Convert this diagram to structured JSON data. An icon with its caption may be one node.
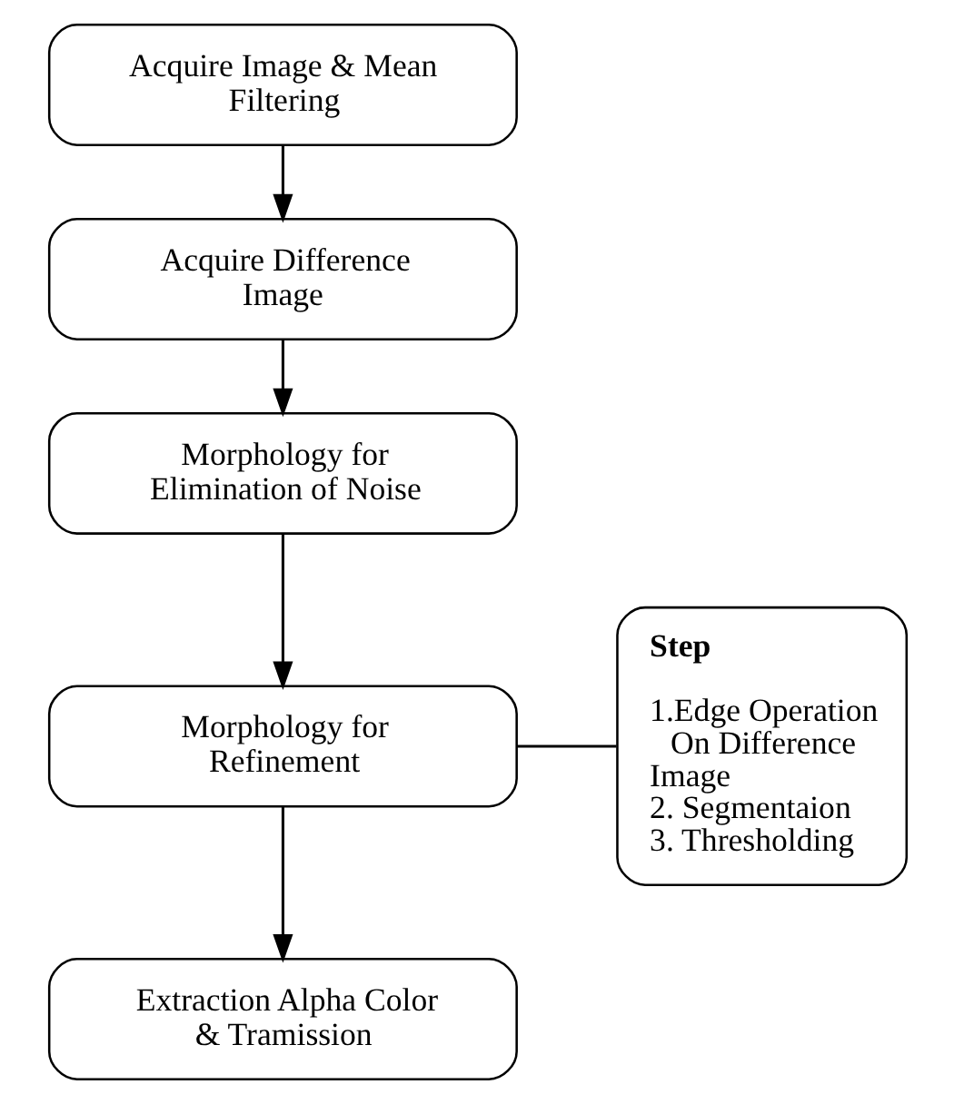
{
  "diagram": {
    "nodes": [
      {
        "text": [
          "Acquire Image & Mean Filtering"
        ]
      },
      {
        "text": [
          "Acquire Difference Image"
        ]
      },
      {
        "text": [
          "Morphology for Elimination of Noise"
        ]
      },
      {
        "text": [
          "Morphology for Refinement"
        ]
      },
      {
        "text": [
          "Extraction Alpha Color & Tramission"
        ]
      },
      {
        "text": [
          "Step",
          "1.Edge Operation On Difference Image",
          "2. Segmentaion",
          "3. Thresholding"
        ]
      }
    ],
    "edges": [
      {
        "from": 0,
        "to": 1,
        "arrow": "to"
      },
      {
        "from": 1,
        "to": 2,
        "arrow": "to"
      },
      {
        "from": 2,
        "to": 3,
        "arrow": "to"
      },
      {
        "from": 3,
        "to": 4,
        "arrow": "to"
      },
      {
        "from": 5,
        "to": 3,
        "arrow": "none"
      }
    ]
  }
}
